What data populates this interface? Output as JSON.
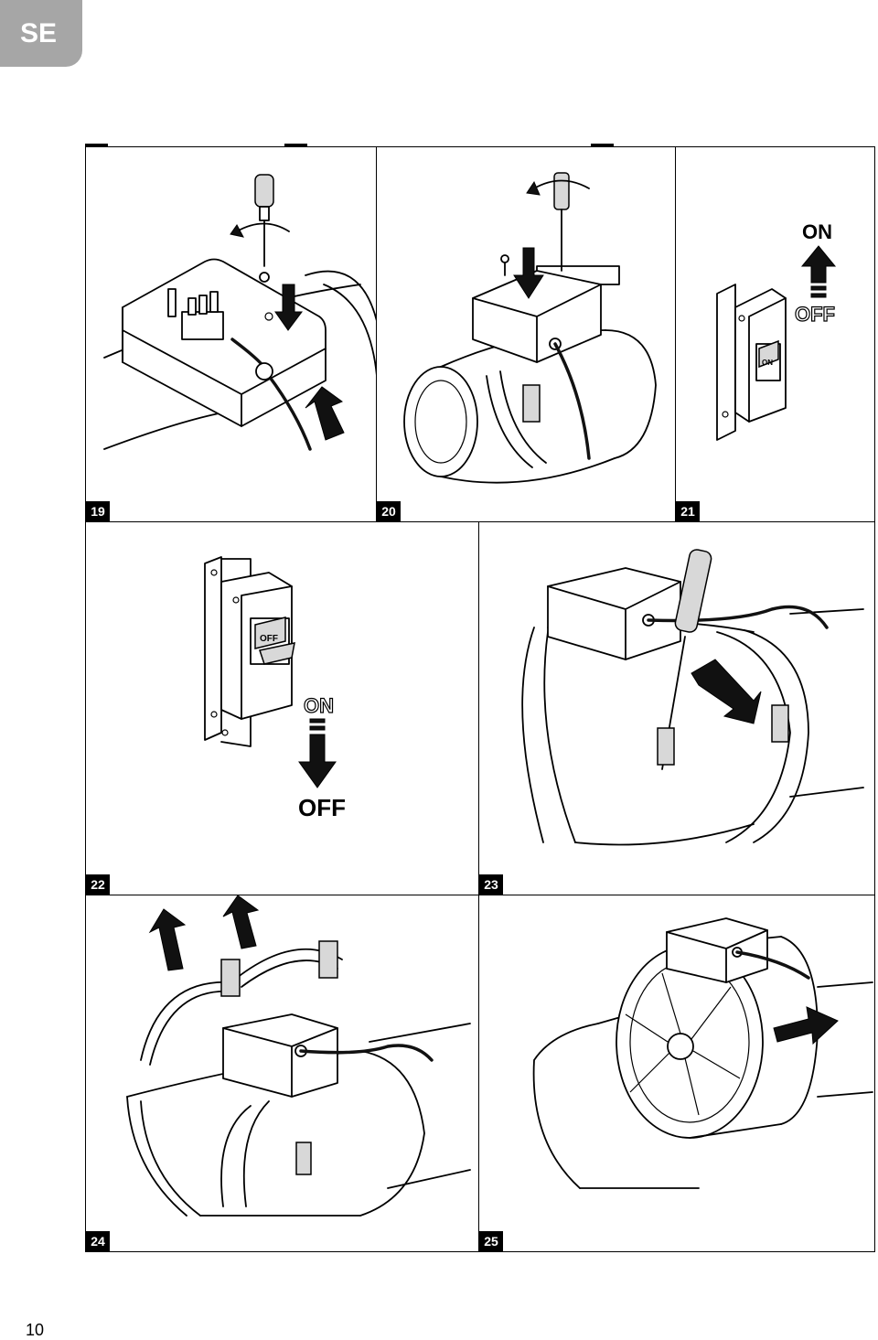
{
  "header": {
    "language_tab": "SE"
  },
  "figures": [
    {
      "number": "19"
    },
    {
      "number": "20"
    },
    {
      "number": "21",
      "labels": {
        "top": "ON",
        "bottom": "OFF",
        "switch": "ON"
      }
    },
    {
      "number": "22",
      "labels": {
        "top": "ON",
        "bottom": "OFF",
        "switch": "OFF"
      }
    },
    {
      "number": "23"
    },
    {
      "number": "24"
    },
    {
      "number": "25"
    }
  ],
  "footer": {
    "page_number": "10"
  }
}
